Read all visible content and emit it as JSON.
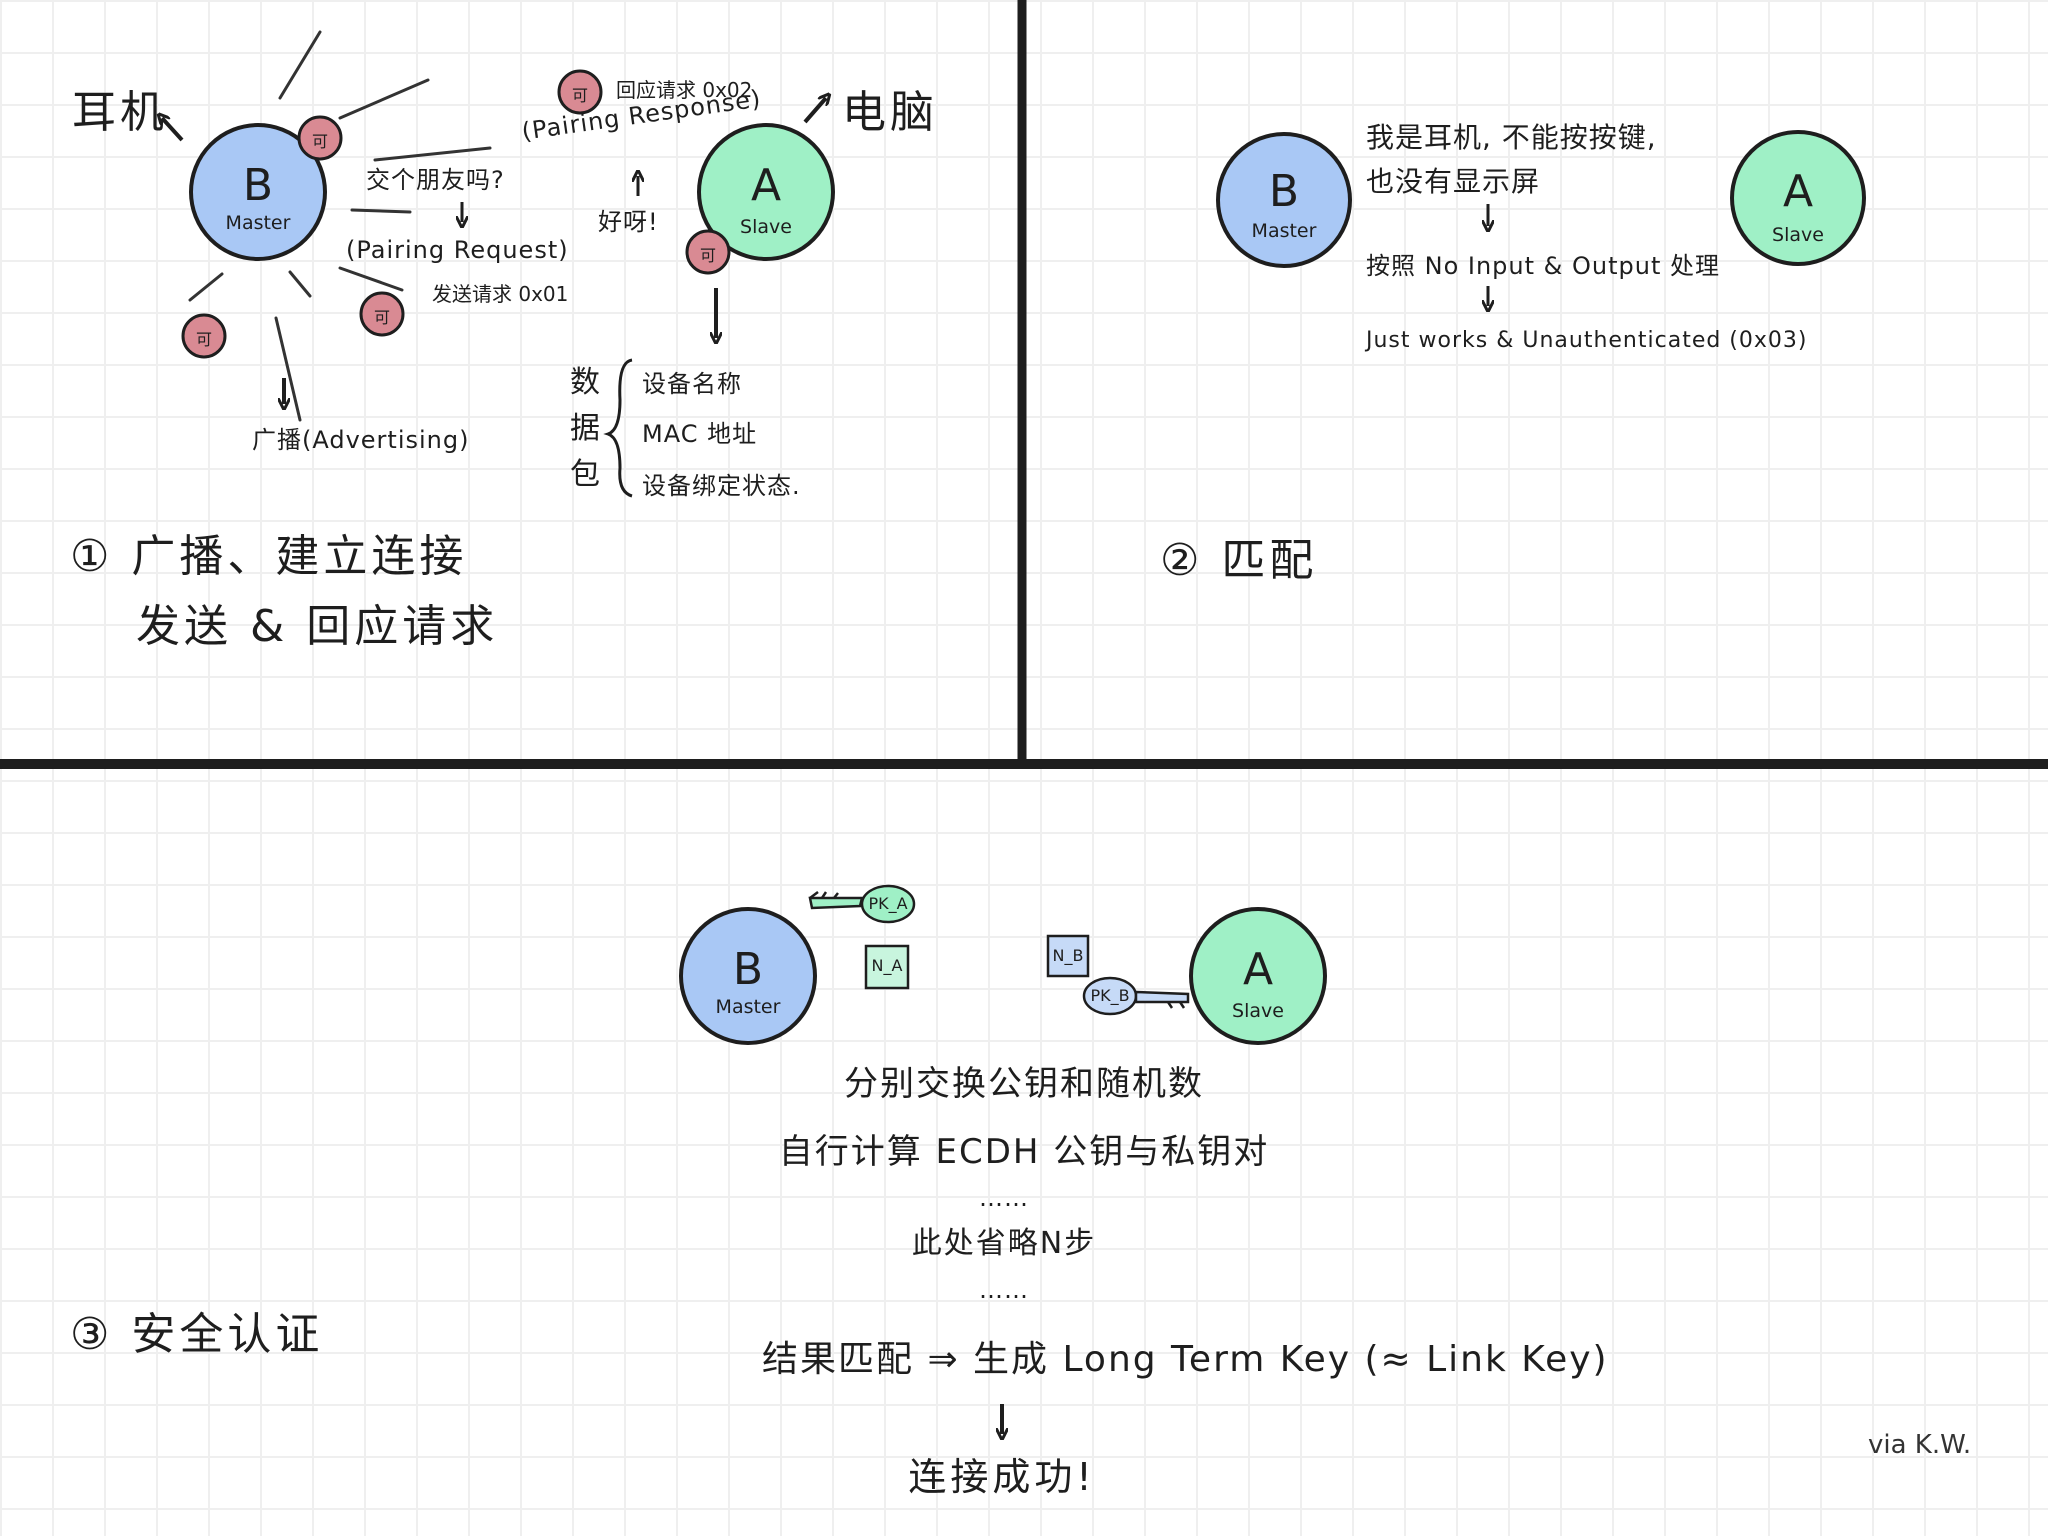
{
  "colors": {
    "master_fill": "#a9c8f5",
    "slave_fill": "#9ff0c6",
    "like_fill": "#d98a93",
    "ink": "#1e1e1e",
    "grid": "#efefef"
  },
  "panel1": {
    "earphone_label": "耳机",
    "computer_label": "电脑",
    "master": {
      "letter": "B",
      "role": "Master"
    },
    "slave": {
      "letter": "A",
      "role": "Slave"
    },
    "like_icon_char": "可",
    "respond_req": "回应请求 0x02",
    "pairing_response": "(Pairing Response)",
    "make_friend": "交个朋友吗?",
    "ok": "好呀!",
    "pairing_request": "(Pairing Request)",
    "send_req": "发送请求 0x01",
    "advertising": "广播(Advertising)",
    "packet_label": "数据包",
    "packet_items": [
      "设备名称",
      "MAC 地址",
      "设备绑定状态."
    ],
    "title_line1": "① 广播、建立连接",
    "title_line2": "发送 & 回应请求"
  },
  "panel2": {
    "master": {
      "letter": "B",
      "role": "Master"
    },
    "slave": {
      "letter": "A",
      "role": "Slave"
    },
    "line1": "我是耳机, 不能按按键,",
    "line2": "也没有显示屏",
    "line3": "按照 No Input & Output 处理",
    "line4": "Just works & Unauthenticated (0x03)",
    "title": "② 匹配"
  },
  "panel3": {
    "master": {
      "letter": "B",
      "role": "Master"
    },
    "slave": {
      "letter": "A",
      "role": "Slave"
    },
    "pk_a": "PK_A",
    "n_a": "N_A",
    "n_b": "N_B",
    "pk_b": "PK_B",
    "line1": "分别交换公钥和随机数",
    "line2": "自行计算 ECDH 公钥与私钥对",
    "ellipsis": "……",
    "omitted": "此处省略N步",
    "result": "结果匹配 ⇒ 生成 Long Term Key (≈ Link Key)",
    "success": "连接成功!",
    "title": "③ 安全认证"
  },
  "signature": "via K.W."
}
